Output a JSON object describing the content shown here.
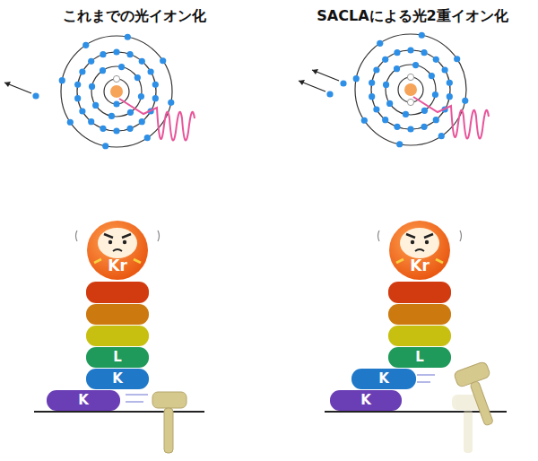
{
  "diagram": {
    "nodes": [
      {
        "text": [
          "Kr"
        ]
      },
      {
        "text": [
          "L"
        ]
      },
      {
        "text": [
          "K"
        ]
      },
      {
        "text": [
          "K"
        ]
      },
      {
        "text": [
          "Kr"
        ]
      },
      {
        "text": [
          "L"
        ]
      },
      {
        "text": [
          "K"
        ]
      },
      {
        "text": [
          "K"
        ]
      }
    ],
    "labels": [
      "これまでの光イオン化",
      "SACLAによる光2重イオン化"
    ]
  }
}
